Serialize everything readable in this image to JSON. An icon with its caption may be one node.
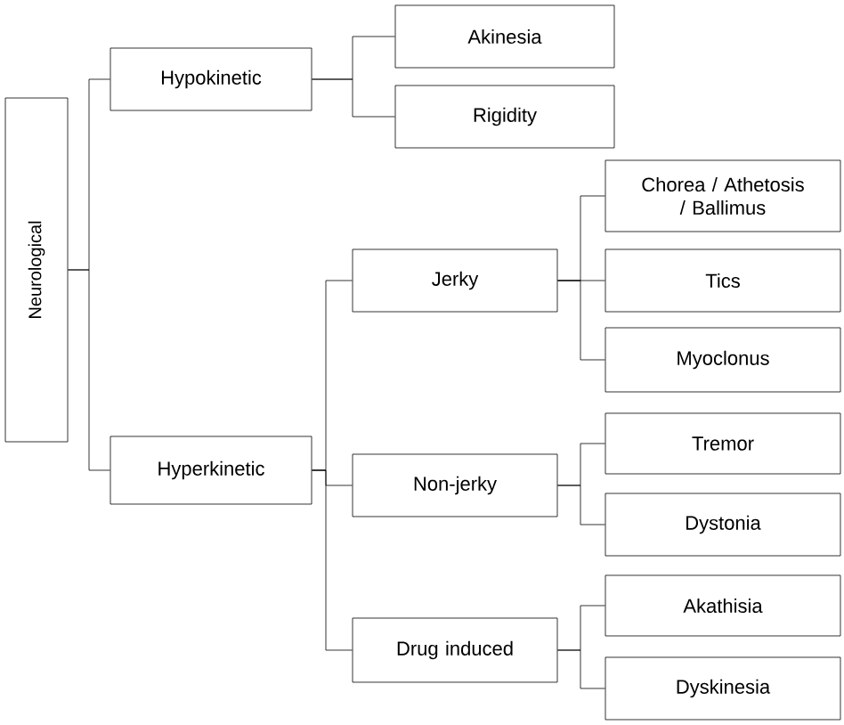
{
  "diagram": {
    "nodes": [
      {
        "text": [
          "Neurological"
        ]
      },
      {
        "text": [
          "Hypokinetic"
        ]
      },
      {
        "text": [
          "Akinesia"
        ]
      },
      {
        "text": [
          "Rigidity"
        ]
      },
      {
        "text": [
          "Hyperkinetic"
        ]
      },
      {
        "text": [
          "Jerky"
        ]
      },
      {
        "text": [
          "Chorea / Athetosis / Ballimus"
        ]
      },
      {
        "text": [
          "Tics"
        ]
      },
      {
        "text": [
          "Myoclonus"
        ]
      },
      {
        "text": [
          "Non-jerky"
        ]
      },
      {
        "text": [
          "Tremor"
        ]
      },
      {
        "text": [
          "Dystonia"
        ]
      },
      {
        "text": [
          "Drug induced"
        ]
      },
      {
        "text": [
          "Akathisia"
        ]
      },
      {
        "text": [
          "Dyskinesia"
        ]
      }
    ],
    "edges": [
      {
        "from": 0,
        "to": 1,
        "arrow": "none"
      },
      {
        "from": 1,
        "to": 2,
        "arrow": "none"
      },
      {
        "from": 1,
        "to": 3,
        "arrow": "none"
      },
      {
        "from": 0,
        "to": 4,
        "arrow": "none"
      },
      {
        "from": 4,
        "to": 5,
        "arrow": "none"
      },
      {
        "from": 5,
        "to": 6,
        "arrow": "none"
      },
      {
        "from": 5,
        "to": 7,
        "arrow": "none"
      },
      {
        "from": 5,
        "to": 8,
        "arrow": "none"
      },
      {
        "from": 4,
        "to": 9,
        "arrow": "none"
      },
      {
        "from": 9,
        "to": 10,
        "arrow": "none"
      },
      {
        "from": 9,
        "to": 11,
        "arrow": "none"
      },
      {
        "from": 4,
        "to": 12,
        "arrow": "none"
      },
      {
        "from": 12,
        "to": 13,
        "arrow": "none"
      },
      {
        "from": 12,
        "to": 14,
        "arrow": "none"
      }
    ]
  }
}
